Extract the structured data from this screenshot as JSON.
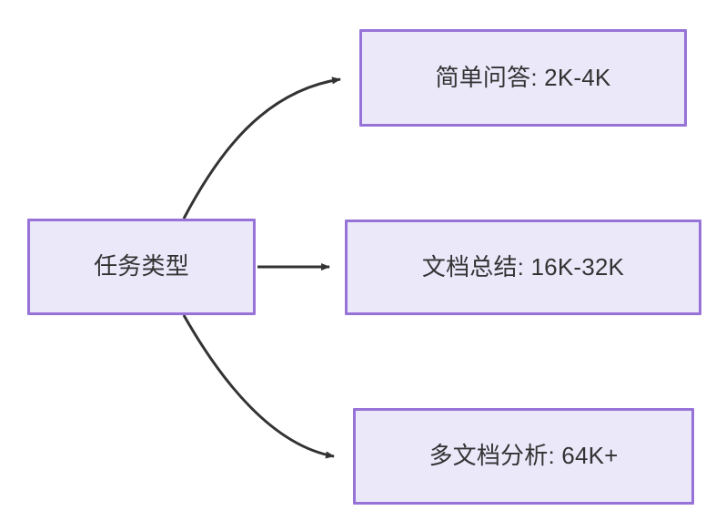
{
  "diagram": {
    "type": "flowchart",
    "direction": "left-to-right",
    "background_color": "#ffffff",
    "node_fill_color": "#ebe8fa",
    "node_border_color": "#9773d8",
    "node_text_color": "#333333",
    "edge_color": "#333333",
    "nodes": [
      {
        "id": "source",
        "label": "任务类型"
      },
      {
        "id": "simple",
        "label": "简单问答: 2K-4K"
      },
      {
        "id": "summary",
        "label": "文档总结: 16K-32K"
      },
      {
        "id": "multidoc",
        "label": "多文档分析: 64K+"
      }
    ],
    "edges": [
      {
        "from": "source",
        "to": "simple",
        "label": "",
        "style": "curved",
        "arrow": "arrowhead"
      },
      {
        "from": "source",
        "to": "summary",
        "label": "",
        "style": "straight",
        "arrow": "arrowhead"
      },
      {
        "from": "source",
        "to": "multidoc",
        "label": "",
        "style": "curved",
        "arrow": "arrowhead"
      }
    ]
  }
}
